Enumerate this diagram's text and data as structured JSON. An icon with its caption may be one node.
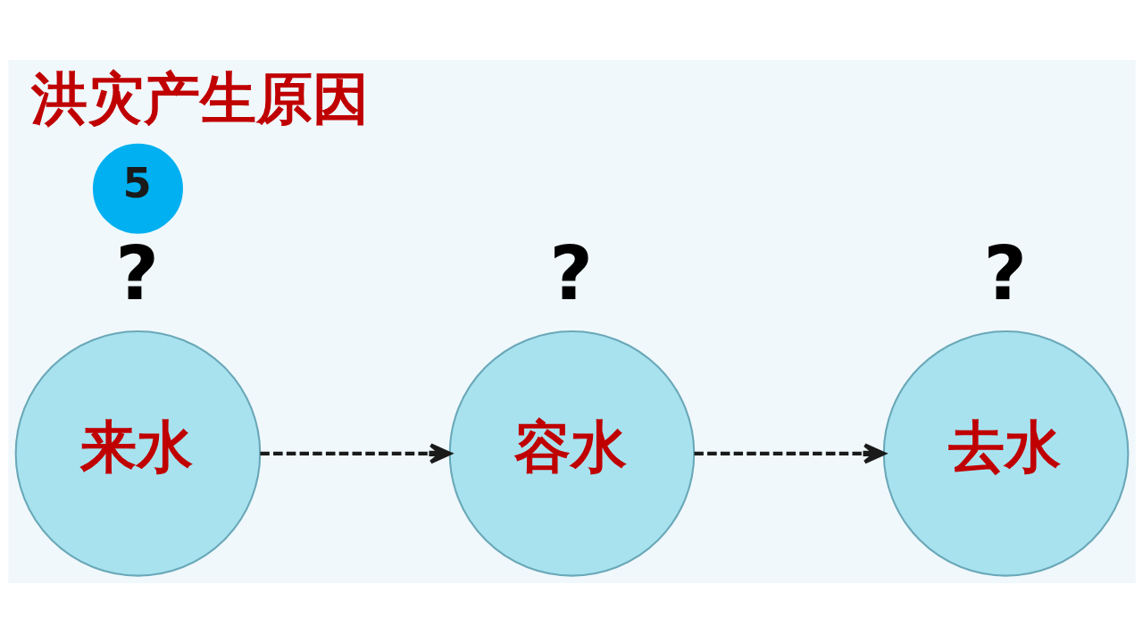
{
  "diagram": {
    "title": "洪灾产生原因",
    "nodes": [
      {
        "text": [
          "5"
        ]
      },
      {
        "text": [
          "来水"
        ],
        "beside": [
          "?"
        ]
      },
      {
        "text": [
          "容水"
        ],
        "beside": [
          "?"
        ]
      },
      {
        "text": [
          "去水"
        ],
        "beside": [
          "?"
        ]
      }
    ],
    "edges": [
      {
        "from": 1,
        "to": 2,
        "arrow": "to",
        "style": "dashed"
      },
      {
        "from": 2,
        "to": 3,
        "arrow": "to",
        "style": "dashed"
      }
    ]
  }
}
